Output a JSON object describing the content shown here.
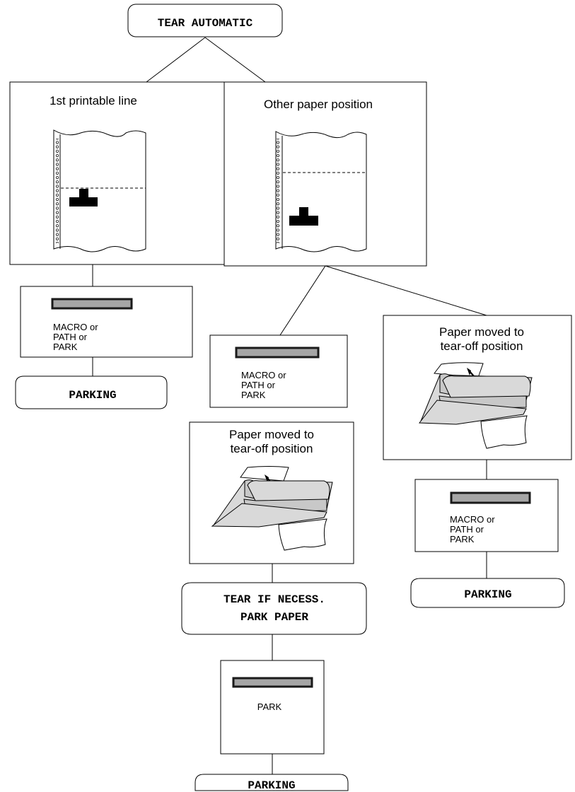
{
  "nodes": {
    "start": "TEAR AUTOMATIC",
    "first_line": "1st printable line",
    "other_position": "Other paper position",
    "torn_off_center": "Paper moved to\ntear-off position",
    "torn_off_right": "Paper moved to\ntear-off position",
    "macro_left": "MACRO or\nPATH or\nPARK",
    "macro_center": "MACRO or\nPATH or\nPARK",
    "macro_right": "MACRO or\nPATH or\nPARK",
    "tear_if_necess": "TEAR IF NECESS.\nPARK PAPER",
    "park_only": "PARK",
    "parking_left": "PARKING",
    "parking_right": "PARKING",
    "parking_bottom": "PARKING"
  },
  "edges": [
    [
      "start",
      "first_line"
    ],
    [
      "start",
      "other_position"
    ],
    [
      "first_line",
      "macro_left"
    ],
    [
      "macro_left",
      "parking_left"
    ],
    [
      "other_position",
      "macro_center"
    ],
    [
      "other_position",
      "torn_off_right"
    ],
    [
      "macro_center",
      "torn_off_center"
    ],
    [
      "torn_off_center",
      "tear_if_necess"
    ],
    [
      "tear_if_necess",
      "park_only"
    ],
    [
      "park_only",
      "parking_bottom"
    ],
    [
      "torn_off_right",
      "macro_right"
    ],
    [
      "macro_right",
      "parking_right"
    ]
  ],
  "colors": {
    "line": "#000000",
    "panel_bar": "#a6a6a6",
    "printer_body": "#d9d9d9"
  },
  "icons": [
    "paper-sheet-icon",
    "print-head-icon",
    "panel-display-icon",
    "printer-tear-off-icon"
  ]
}
